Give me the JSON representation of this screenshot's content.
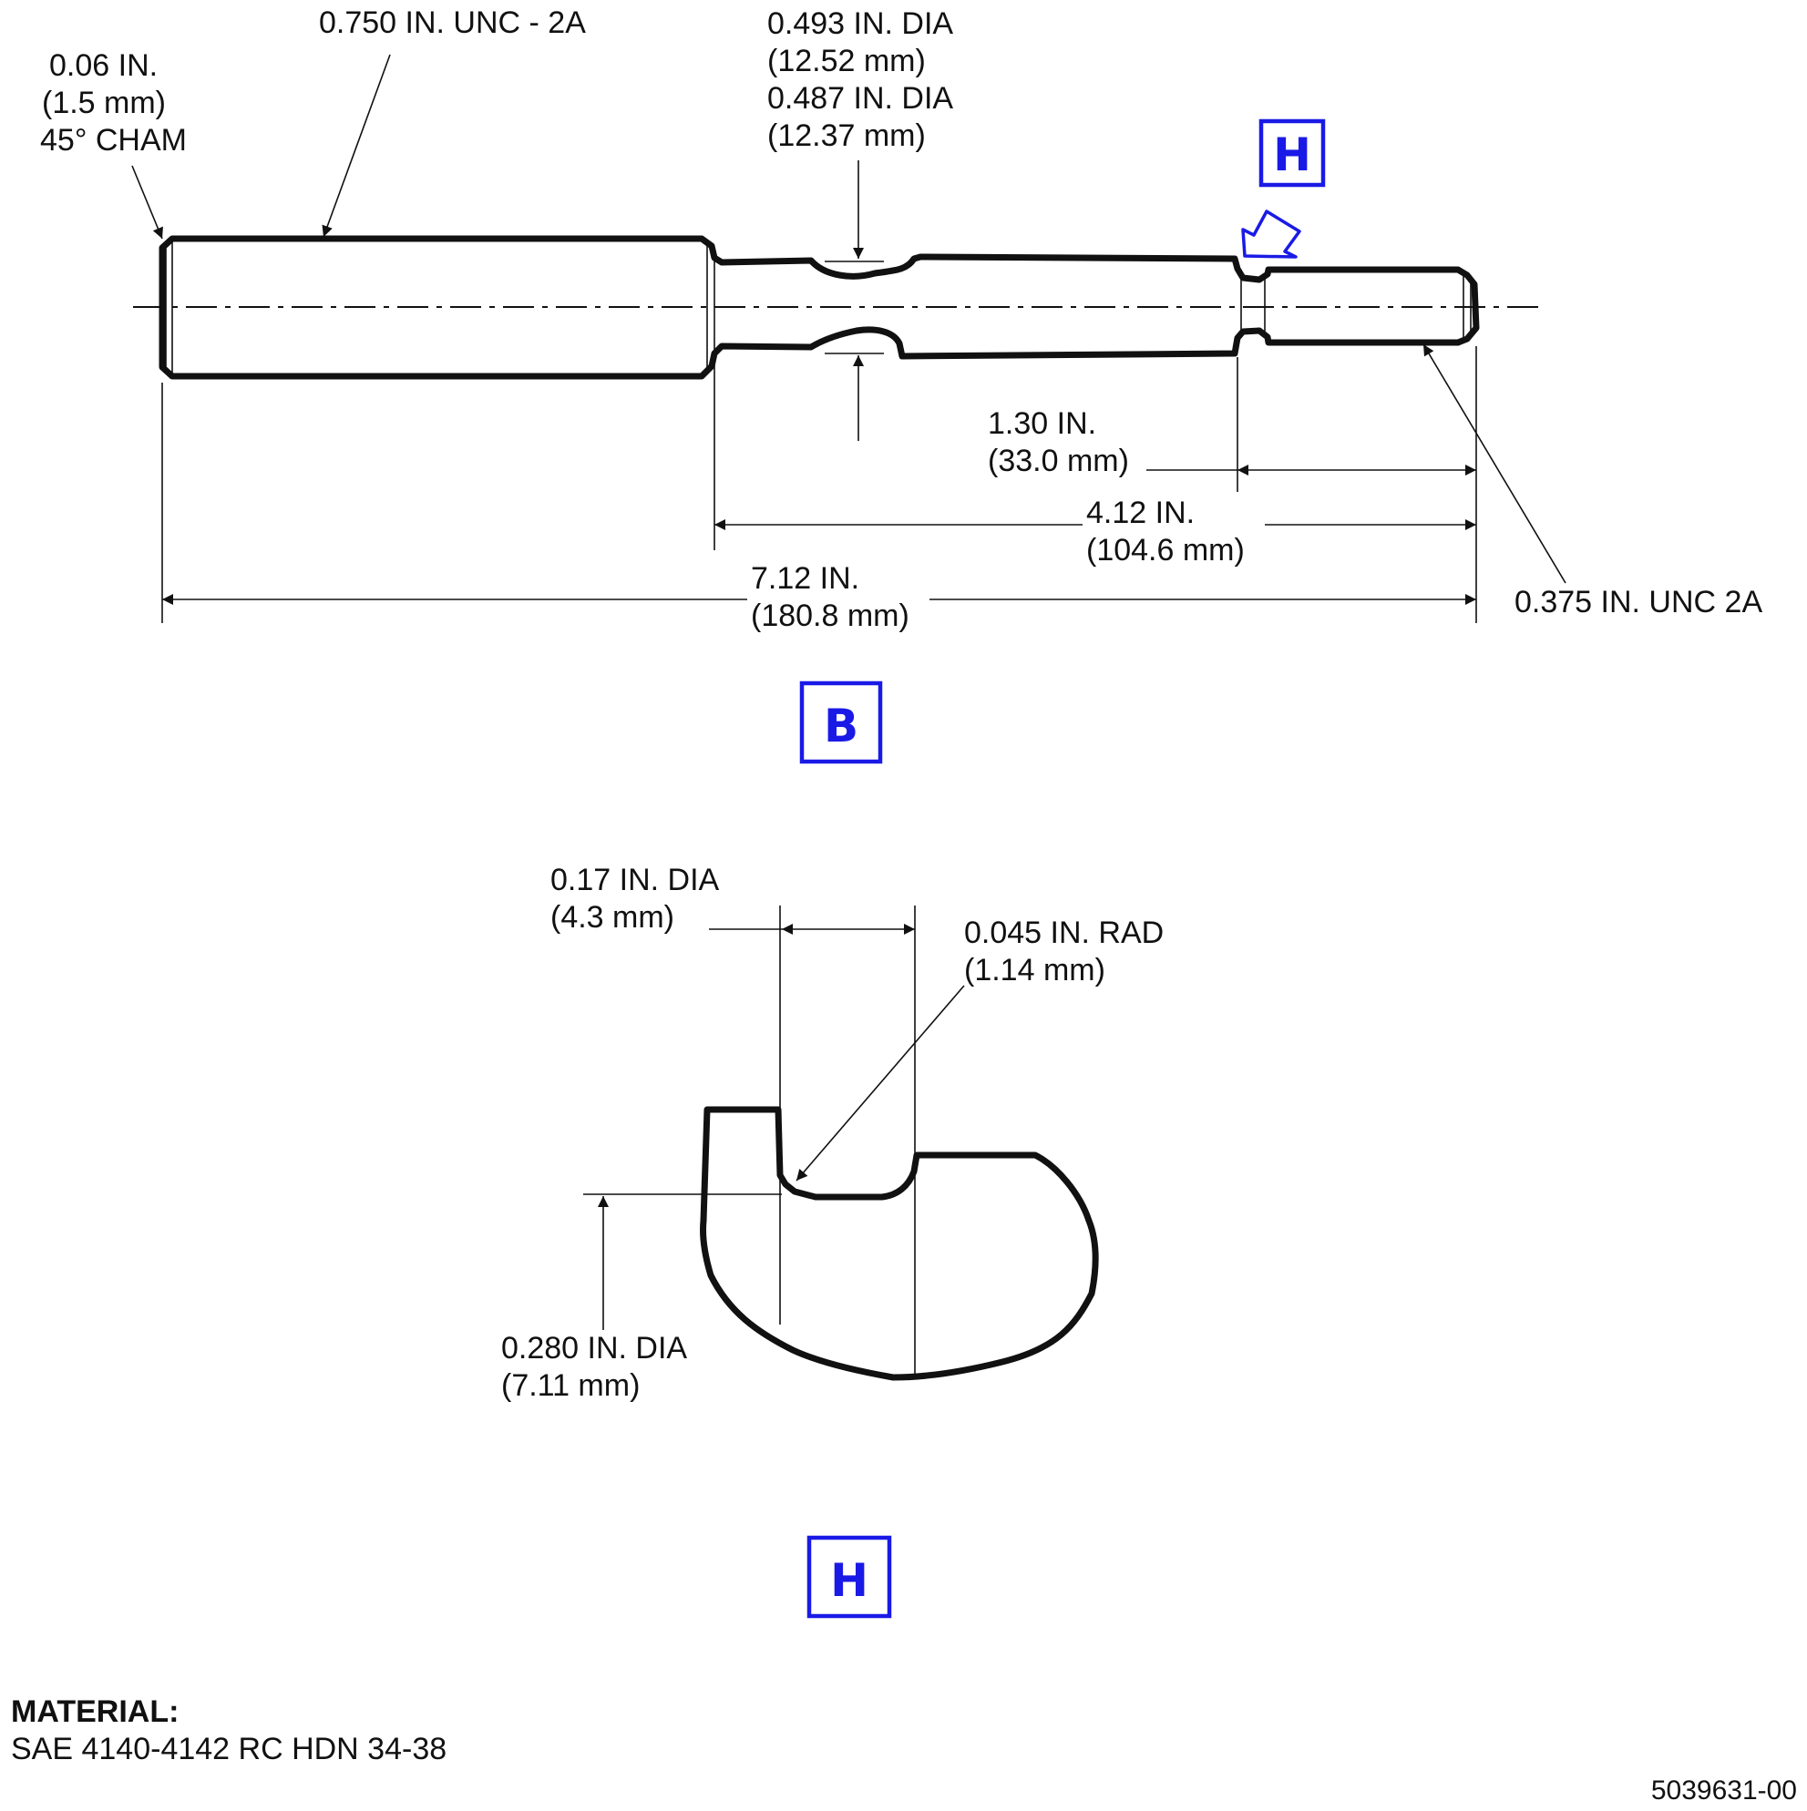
{
  "view_b": {
    "callout": "B",
    "chamfer": [
      "0.06 IN.",
      "(1.5 mm)",
      "45° CHAM"
    ],
    "thread_large": "0.750 IN. UNC - 2A",
    "groove_dia": [
      "0.493 IN. DIA",
      "(12.52 mm)",
      "0.487 IN. DIA",
      "(12.37 mm)"
    ],
    "detail_ref": "H",
    "dim_1": [
      "1.30 IN.",
      "(33.0 mm)"
    ],
    "dim_2": [
      "4.12 IN.",
      "(104.6 mm)"
    ],
    "dim_3": [
      "7.12 IN.",
      "(180.8 mm)"
    ],
    "thread_small": "0.375 IN. UNC 2A"
  },
  "detail_h": {
    "callout": "H",
    "width": [
      "0.17 IN. DIA",
      "(4.3 mm)"
    ],
    "radius": [
      "0.045 IN. RAD",
      "(1.14 mm)"
    ],
    "diameter": [
      "0.280 IN. DIA",
      "(7.11 mm)"
    ]
  },
  "material": {
    "heading": "MATERIAL:",
    "spec": "SAE 4140-4142 RC HDN 34-38"
  },
  "drawing_number": "5039631-00"
}
